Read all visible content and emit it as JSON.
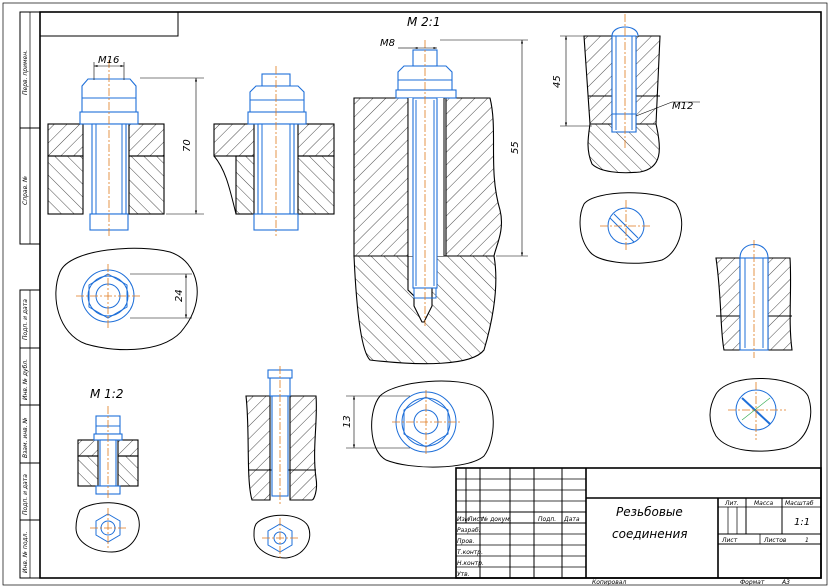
{
  "labels": {
    "m16": "M16",
    "dim70": "70",
    "dim24": "24",
    "view_m21": "M 2:1",
    "m8": "M8",
    "dim55": "55",
    "dim45": "45",
    "m12": "M12",
    "view_m12": "M 1:2",
    "dim13": "13"
  },
  "side_stamp": [
    "Перв. примен.",
    "Справ. №",
    "Подп. и дата",
    "Инв. № дубл.",
    "Взам. инв. №",
    "Подп. и дата",
    "Инв. № подл."
  ],
  "title_block": {
    "title_line1": "Резьбовые",
    "title_line2": "соединения",
    "col_izm": "Изм",
    "col_list": "Лист",
    "col_doc": "№ докум.",
    "col_podp": "Подп.",
    "col_data": "Дата",
    "row_razrab": "Разраб.",
    "row_prov": "Пров.",
    "row_tkontr": "Т.контр.",
    "row_nkontr": "Н.контр.",
    "row_utv": "Утв.",
    "lit": "Лит.",
    "massa": "Масса",
    "masshtab": "Масштаб",
    "scale_value": "1:1",
    "list": "Лист",
    "listov": "Листов",
    "listov_value": "1",
    "kopiroval": "Копировал",
    "format": "Формат",
    "format_value": "A3"
  }
}
